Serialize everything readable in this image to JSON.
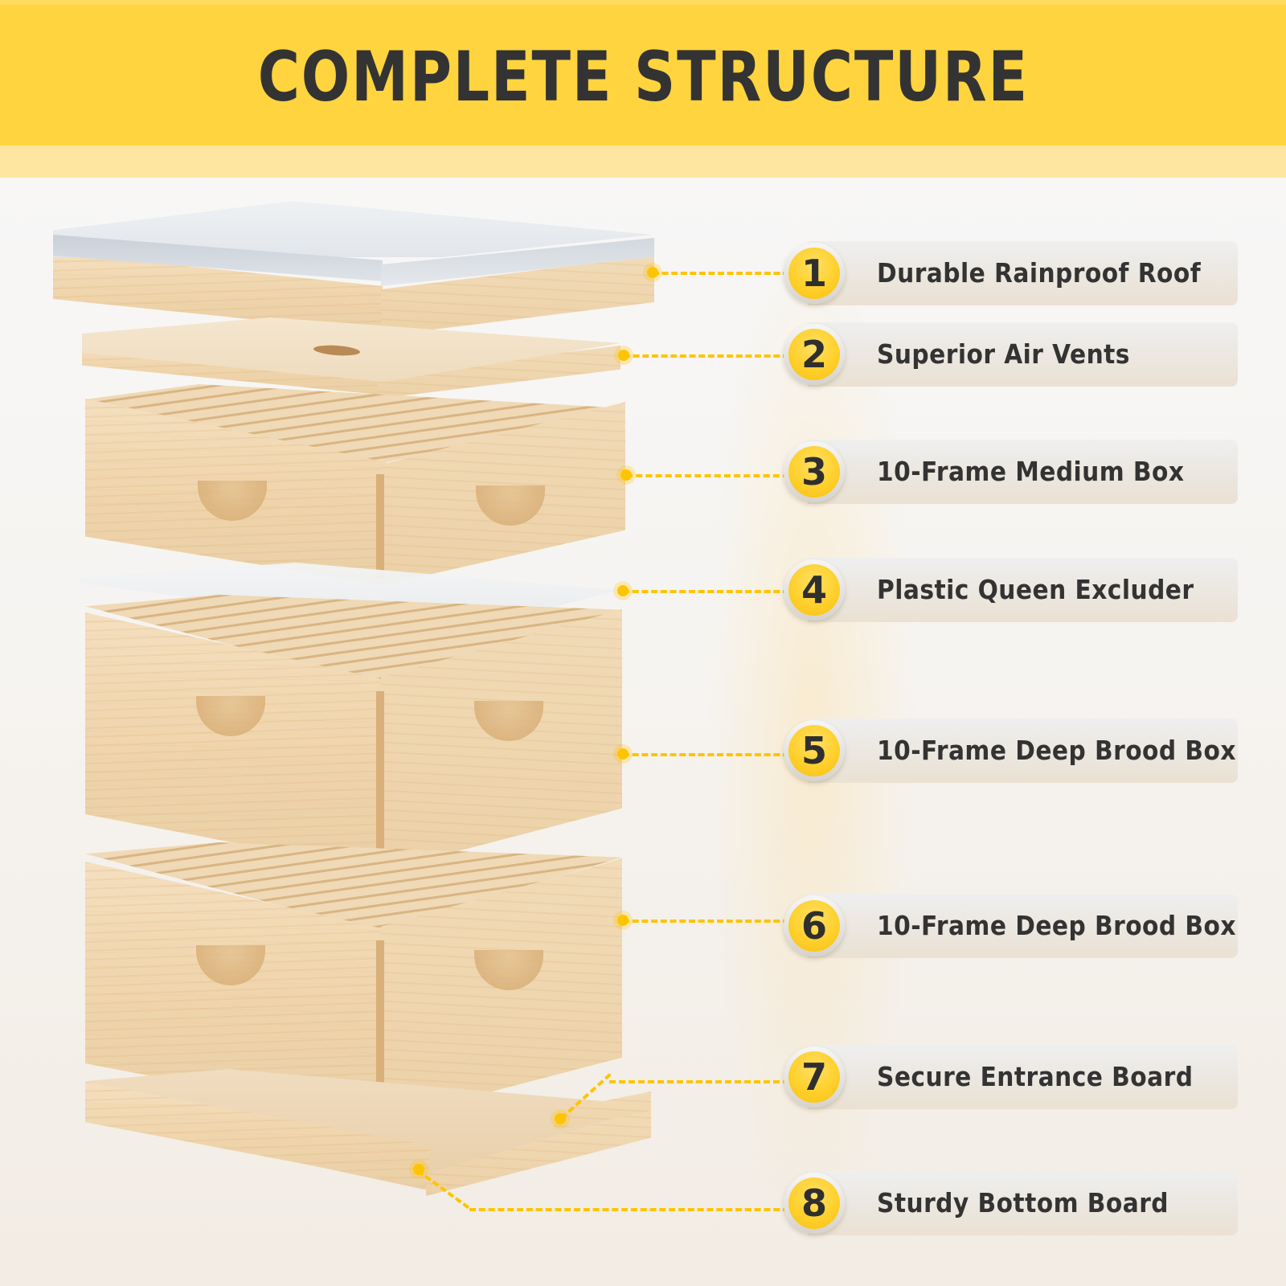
{
  "header": {
    "title": "COMPLETE STRUCTURE",
    "background_color": "#FFD43F",
    "accent_strip_color": "#FFE6A0",
    "title_color": "#333333"
  },
  "illustration": {
    "subject": "exploded beehive",
    "layers": [
      "metal-clad telescoping roof",
      "inner cover with ventilation hole",
      "medium box with frames",
      "plastic queen excluder",
      "deep brood box with frames",
      "deep brood box with frames",
      "bottom board with entrance reducer"
    ]
  },
  "callouts": [
    {
      "number": "1",
      "label": "Durable Rainproof Roof"
    },
    {
      "number": "2",
      "label": "Superior Air Vents"
    },
    {
      "number": "3",
      "label": "10-Frame Medium Box"
    },
    {
      "number": "4",
      "label": "Plastic Queen Excluder"
    },
    {
      "number": "5",
      "label": "10-Frame Deep Brood Box"
    },
    {
      "number": "6",
      "label": "10-Frame Deep Brood Box"
    },
    {
      "number": "7",
      "label": "Secure Entrance Board"
    },
    {
      "number": "8",
      "label": "Sturdy Bottom Board"
    }
  ],
  "colors": {
    "badge_yellow": "#FFD02C",
    "connector_yellow": "#FFC400",
    "label_text": "#333333"
  }
}
